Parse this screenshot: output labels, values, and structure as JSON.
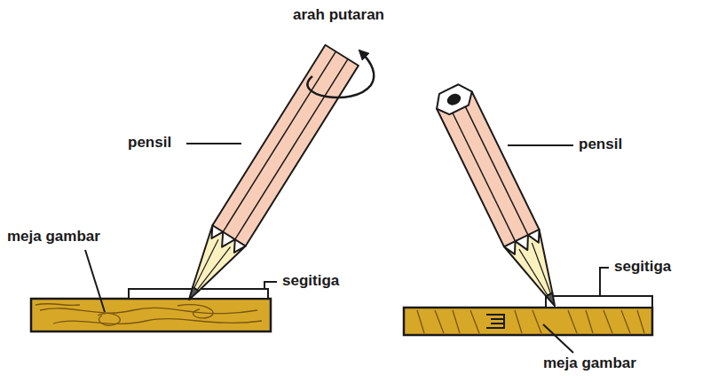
{
  "diagram": {
    "labels": [
      "arah putaran",
      "pensil",
      "meja gambar",
      "segitiga",
      "pensil",
      "segitiga",
      "meja gambar"
    ]
  }
}
